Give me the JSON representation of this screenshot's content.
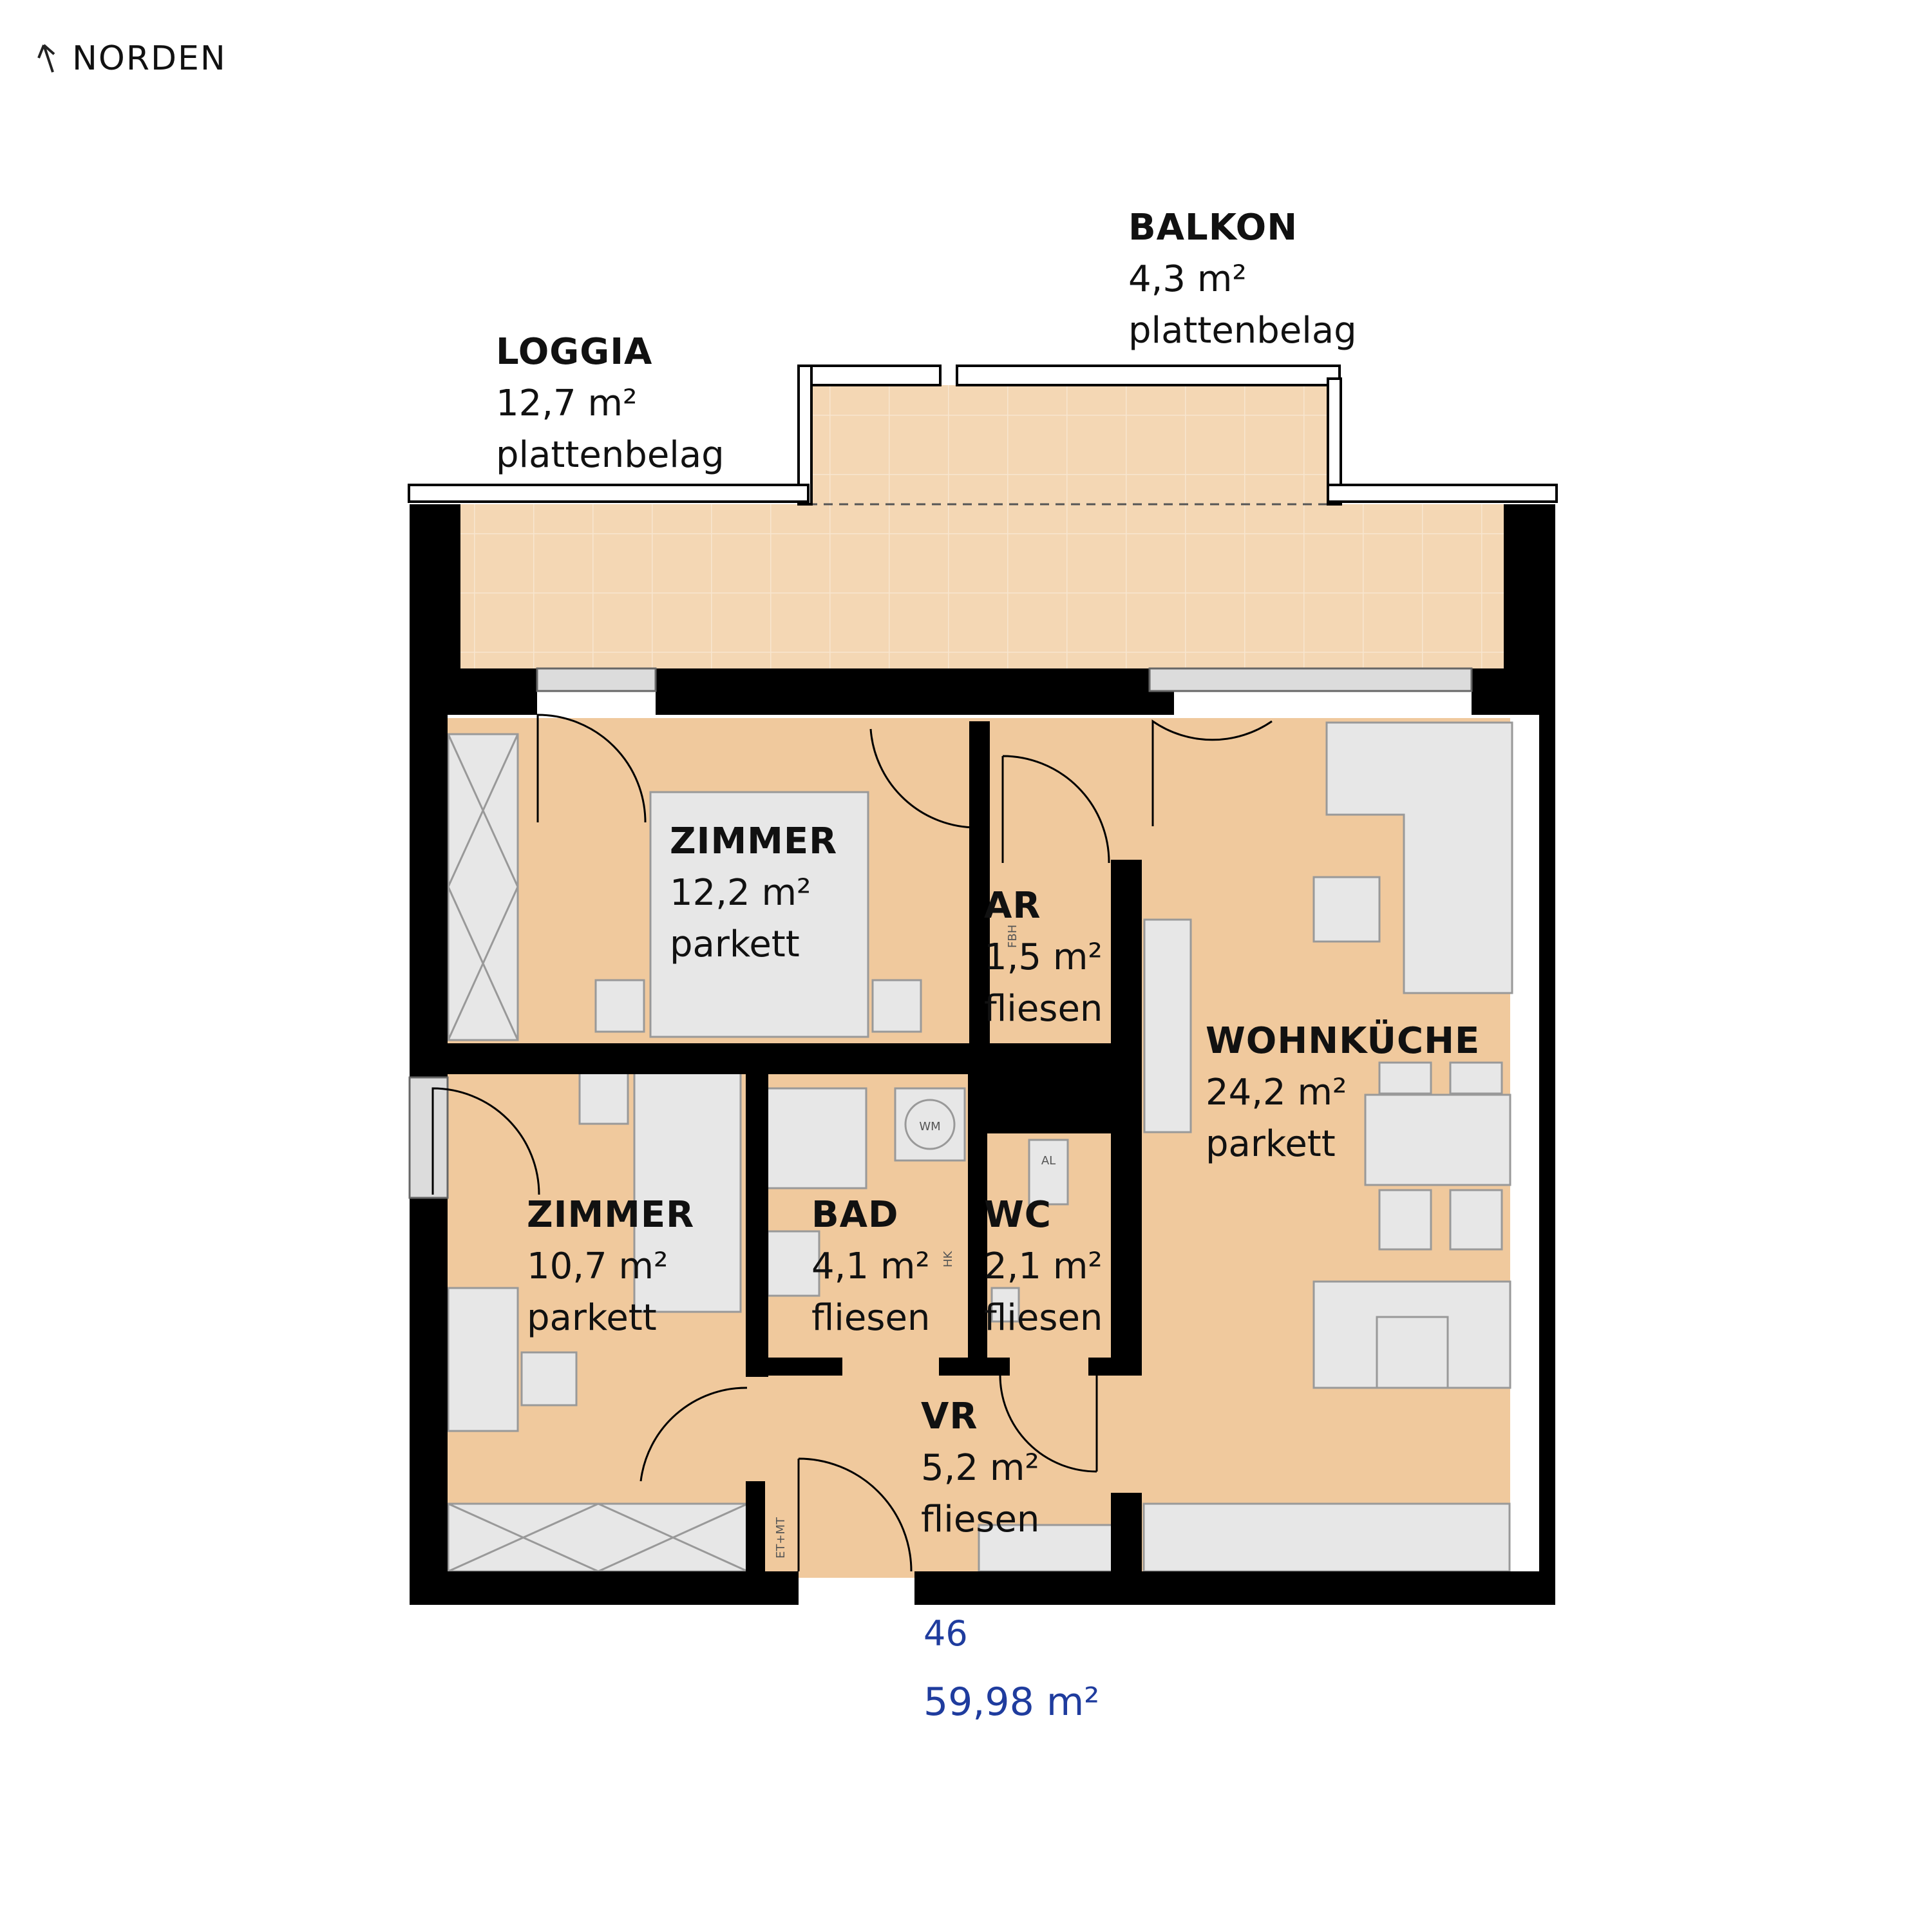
{
  "north_label": "NORDEN",
  "rooms": {
    "loggia": {
      "name": "LOGGIA",
      "area": "12,7 m²",
      "floor": "plattenbelag"
    },
    "balkon": {
      "name": "BALKON",
      "area": "4,3 m²",
      "floor": "plattenbelag"
    },
    "zimmer1": {
      "name": "ZIMMER",
      "area": "12,2 m²",
      "floor": "parkett"
    },
    "ar": {
      "name": "AR",
      "area": "1,5 m²",
      "floor": "fliesen"
    },
    "wohnkueche": {
      "name": "WOHNKÜCHE",
      "area": "24,2 m²",
      "floor": "parkett"
    },
    "zimmer2": {
      "name": "ZIMMER",
      "area": "10,7 m²",
      "floor": "parkett"
    },
    "bad": {
      "name": "BAD",
      "area": "4,1 m²",
      "floor": "fliesen"
    },
    "wc": {
      "name": "WC",
      "area": "2,1 m²",
      "floor": "fliesen"
    },
    "vr": {
      "name": "VR",
      "area": "5,2 m²",
      "floor": "fliesen"
    }
  },
  "fixtures": {
    "wm": "WM",
    "al": "AL",
    "hk": "HK",
    "fbh": "FBH",
    "et_mt": "ET+MT"
  },
  "unit": {
    "number": "46",
    "area": "59,98 m²"
  },
  "colors": {
    "wall": "#000000",
    "floor_interior": "#f0c99d",
    "floor_outdoor": "#f4d7b4",
    "furniture": "#e7e7e7",
    "text_blue": "#1f3c9e"
  }
}
